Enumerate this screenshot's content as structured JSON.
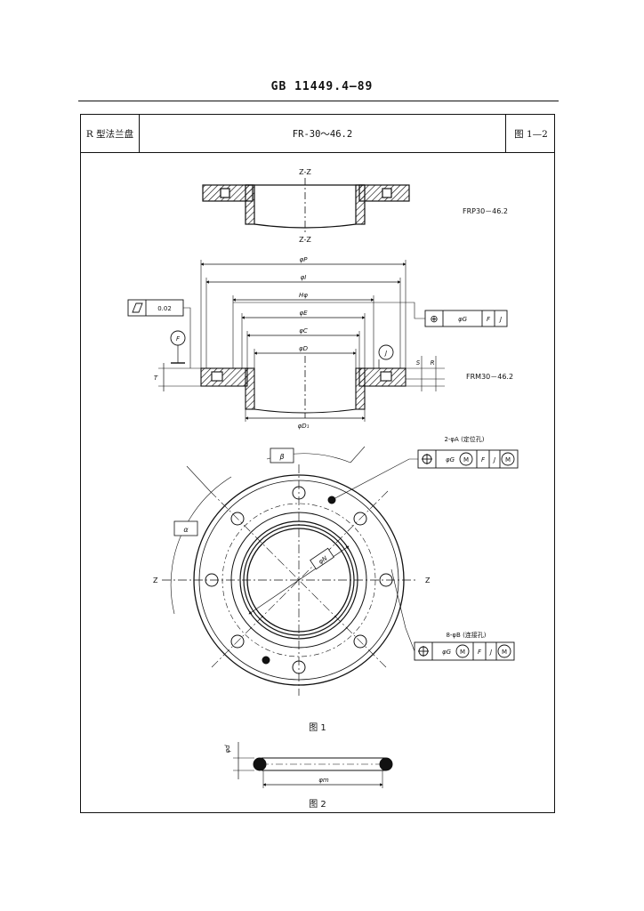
{
  "header": {
    "standard_no": "GB 11449.4—89"
  },
  "title_block": {
    "type_name": "R 型法兰盘",
    "model": "FR-30～46.2",
    "figure_no": "图 1—2"
  },
  "section": {
    "top_label": "Z-Z",
    "bottom_label": "Z-Z"
  },
  "product_labels": {
    "frp": "FRP30－46.2",
    "frm": "FRM30－46.2"
  },
  "dims": {
    "phiP": "φP",
    "phiI": "φI",
    "Hphi": "Hφ",
    "phiE": "φE",
    "phiC": "φC",
    "phiD": "φD",
    "phiD1": "φD₁",
    "phiN": "φN",
    "T": "T",
    "S": "S",
    "R": "R",
    "alpha": "α",
    "beta": "β",
    "phid": "φd",
    "phim": "φm"
  },
  "tolerance": {
    "flatness_value": "0.02",
    "datum_F": "F",
    "datum_J": "J",
    "frame_E": {
      "symbol": "⊕",
      "value": "φG",
      "d1": "F",
      "d2": "J"
    },
    "holes_A": {
      "label": "2-φA (定位孔)",
      "value": "φG",
      "mod": "M",
      "d1": "F",
      "d2": "J",
      "mod2": "M"
    },
    "holes_B": {
      "label": "8-φB (连接孔)",
      "value": "φG",
      "mod": "M",
      "d1": "F",
      "d2": "J",
      "mod2": "M"
    }
  },
  "plan_view": {
    "axis_left": "Z",
    "axis_right": "Z"
  },
  "captions": {
    "fig1": "图 1",
    "fig2": "图 2"
  }
}
